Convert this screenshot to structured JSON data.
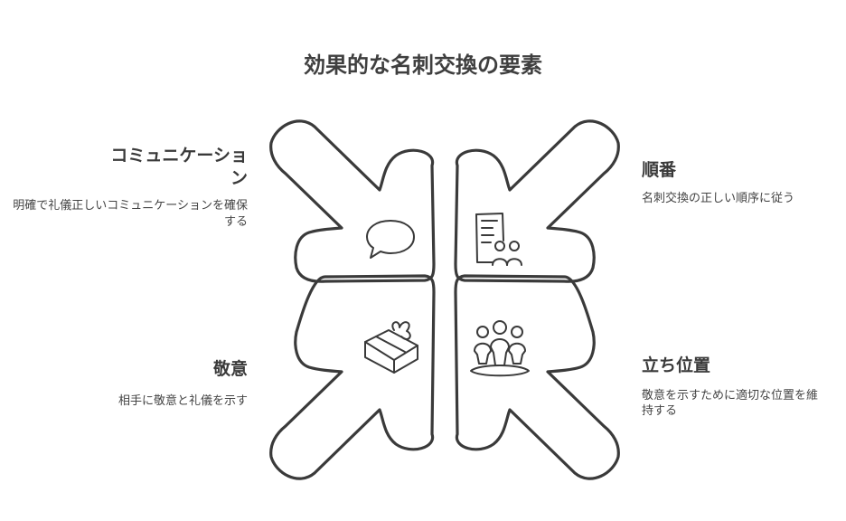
{
  "title": "効果的な名刺交換の要素",
  "items": [
    {
      "id": "tl",
      "heading": "コミュニケーション",
      "description": "明確で礼儀正しいコミュニケーションを確保する",
      "icon": "speech-bubble-icon"
    },
    {
      "id": "tr",
      "heading": "順番",
      "description": "名刺交換の正しい順序に従う",
      "icon": "document-people-icon"
    },
    {
      "id": "bl",
      "heading": "敬意",
      "description": "相手に敬意と礼儀を示す",
      "icon": "gift-box-icon"
    },
    {
      "id": "br",
      "heading": "立ち位置",
      "description": "敬意を示すために適切な位置を維持する",
      "icon": "group-people-icon"
    }
  ],
  "colors": {
    "stroke": "#3a3a3a",
    "fill": "#ffffff"
  }
}
